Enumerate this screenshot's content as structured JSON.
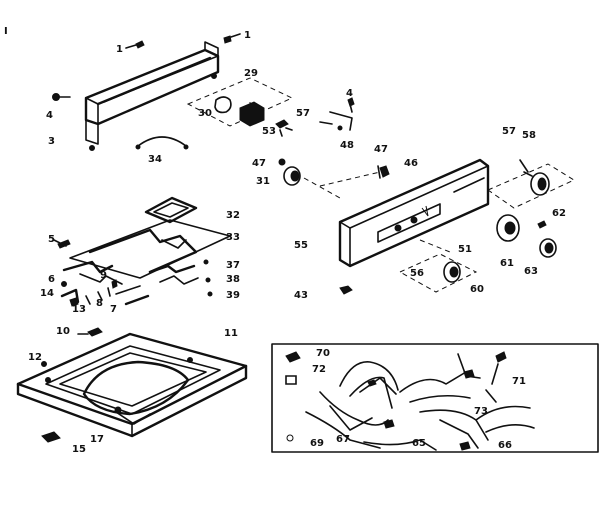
{
  "callouts": {
    "c1": "1",
    "c1b": "1",
    "c3": "3",
    "c4": "4",
    "c4b": "4",
    "c5": "5",
    "c6": "6",
    "c7": "7",
    "c8": "8",
    "c9": "9",
    "c10": "10",
    "c11": "11",
    "c12": "12",
    "c13": "13",
    "c14": "14",
    "c15": "15",
    "c17": "17",
    "c29": "29",
    "c30": "30",
    "c31": "31",
    "c32": "32",
    "c33": "33",
    "c34": "34",
    "c37": "37",
    "c38": "38",
    "c39": "39",
    "c43": "43",
    "c46": "46",
    "c47a": "47",
    "c47b": "47",
    "c48": "48",
    "c51": "51",
    "c53": "53",
    "c55": "55",
    "c56": "56",
    "c57a": "57",
    "c57b": "57",
    "c58": "58",
    "c60": "60",
    "c61": "61",
    "c62": "62",
    "c63": "63",
    "c65": "65",
    "c66": "66",
    "c67": "67",
    "c69": "69",
    "c70": "70",
    "c71": "71",
    "c72": "72",
    "c73": "73"
  },
  "stray_mark": "I"
}
